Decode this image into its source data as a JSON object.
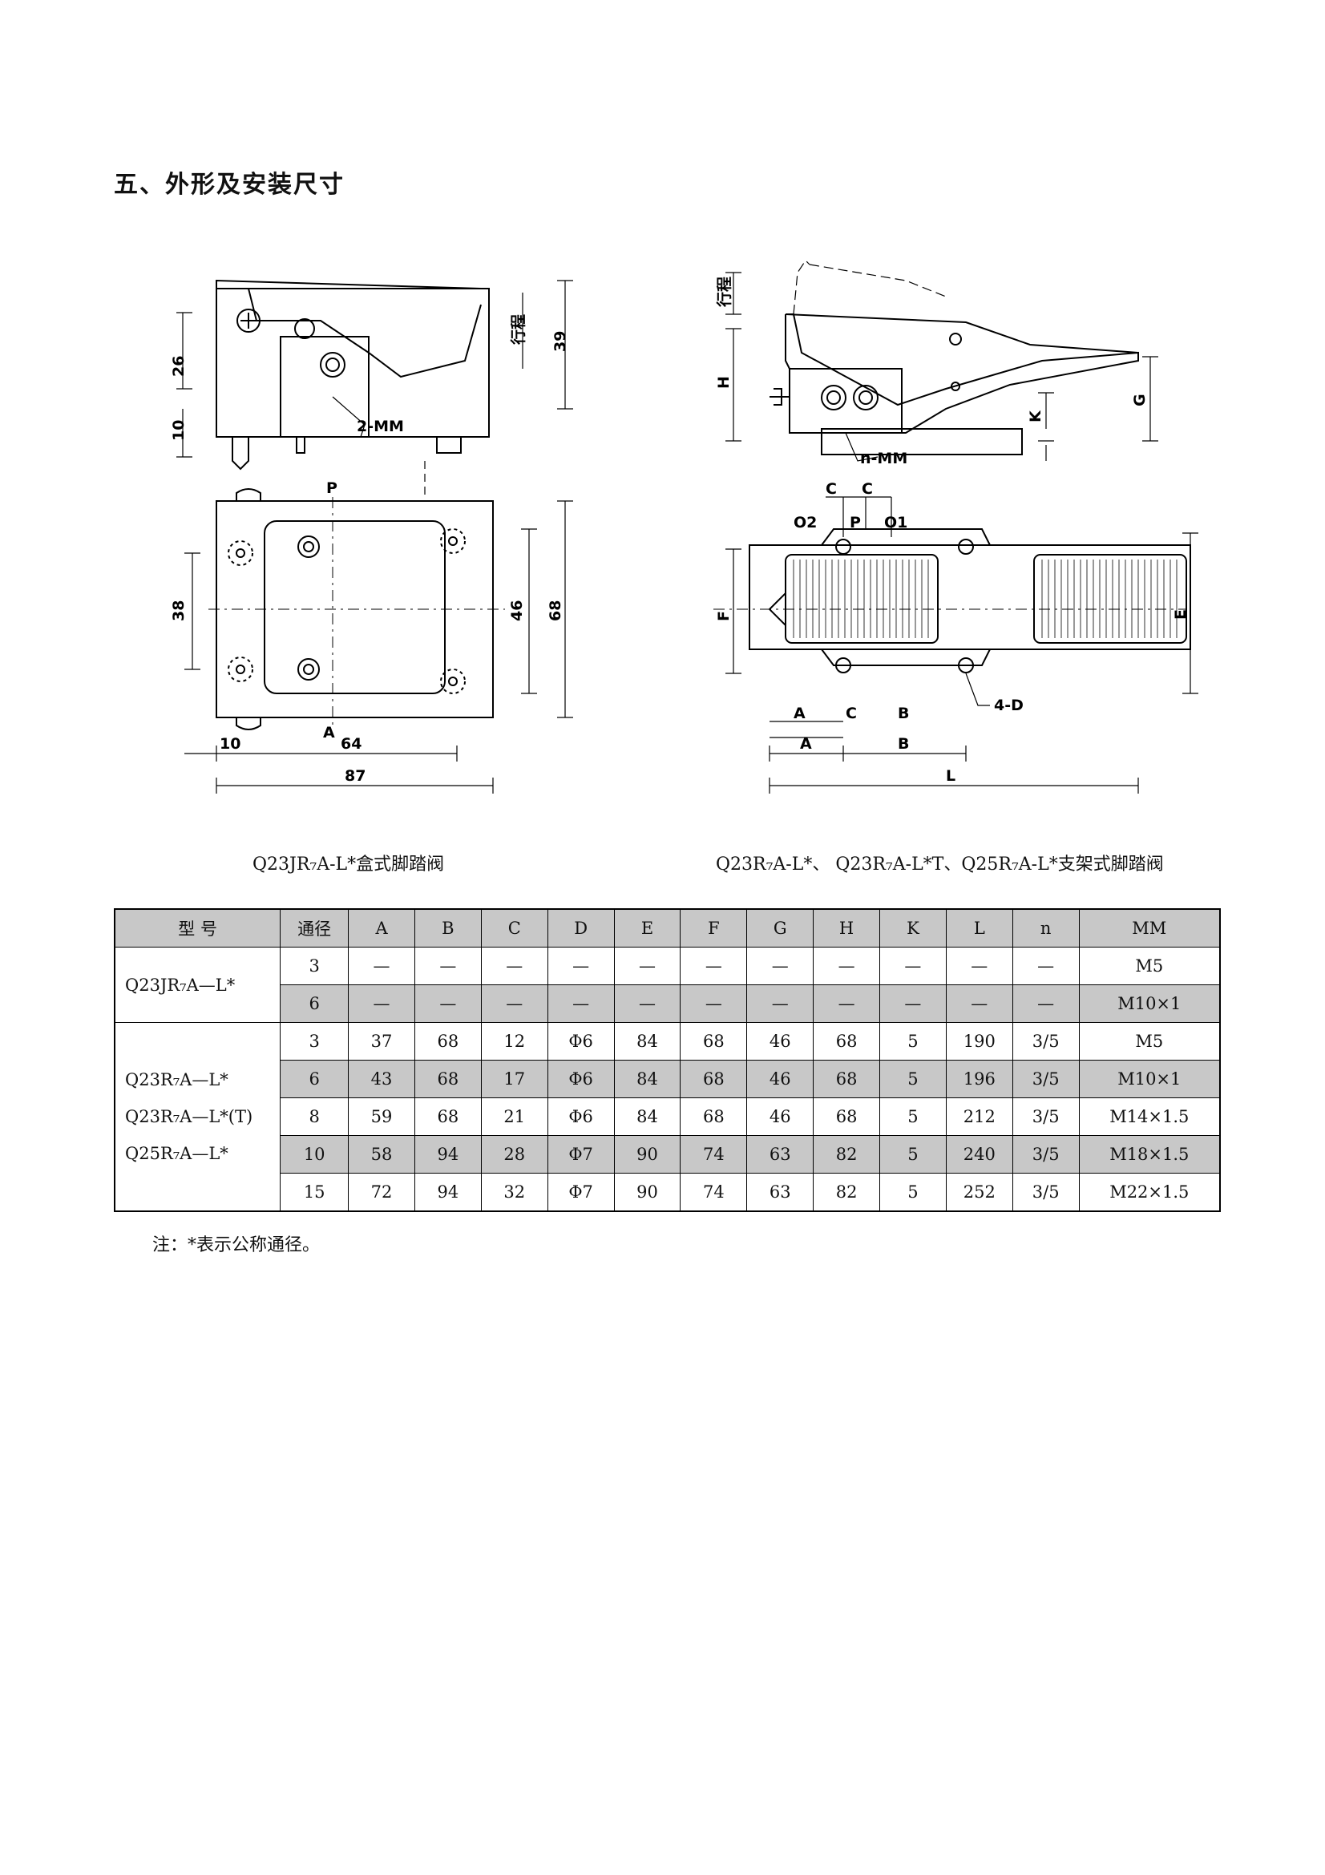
{
  "heading": "五、外形及安装尺寸",
  "left_drawing": {
    "labels": [
      "26",
      "10",
      "39",
      "2-MM",
      "P",
      "A",
      "38",
      "46",
      "68",
      "10",
      "64",
      "87"
    ],
    "stroke_label": "行程"
  },
  "right_drawing": {
    "labels": [
      "H",
      "K",
      "G",
      "n-MM",
      "C",
      "C",
      "O2",
      "P",
      "O1",
      "F",
      "E",
      "A",
      "C",
      "B",
      "4-D",
      "A",
      "B",
      "L"
    ],
    "stroke_label": "行程"
  },
  "captions": {
    "left": "Q23JR₇A-L*盒式脚踏阀",
    "right": "Q23R₇A-L*、 Q23R₇A-L*T、Q25R₇A-L*支架式脚踏阀"
  },
  "table": {
    "headers": [
      "型 号",
      "通径",
      "A",
      "B",
      "C",
      "D",
      "E",
      "F",
      "G",
      "H",
      "K",
      "L",
      "n",
      "MM"
    ],
    "group1_models": [
      "Q23JR₇A—L*"
    ],
    "group2_models": [
      "Q23R₇A—L*",
      "Q23R₇A—L*(T)",
      "Q25R₇A—L*"
    ],
    "rows": [
      [
        "3",
        "—",
        "—",
        "—",
        "—",
        "—",
        "—",
        "—",
        "—",
        "—",
        "—",
        "—",
        "M5"
      ],
      [
        "6",
        "—",
        "—",
        "—",
        "—",
        "—",
        "—",
        "—",
        "—",
        "—",
        "—",
        "—",
        "M10×1"
      ],
      [
        "3",
        "37",
        "68",
        "12",
        "Φ6",
        "84",
        "68",
        "46",
        "68",
        "5",
        "190",
        "3/5",
        "M5"
      ],
      [
        "6",
        "43",
        "68",
        "17",
        "Φ6",
        "84",
        "68",
        "46",
        "68",
        "5",
        "196",
        "3/5",
        "M10×1"
      ],
      [
        "8",
        "59",
        "68",
        "21",
        "Φ6",
        "84",
        "68",
        "46",
        "68",
        "5",
        "212",
        "3/5",
        "M14×1.5"
      ],
      [
        "10",
        "58",
        "94",
        "28",
        "Φ7",
        "90",
        "74",
        "63",
        "82",
        "5",
        "240",
        "3/5",
        "M18×1.5"
      ],
      [
        "15",
        "72",
        "94",
        "32",
        "Φ7",
        "90",
        "74",
        "63",
        "82",
        "5",
        "252",
        "3/5",
        "M22×1.5"
      ]
    ]
  },
  "note": "注：*表示公称通径。"
}
